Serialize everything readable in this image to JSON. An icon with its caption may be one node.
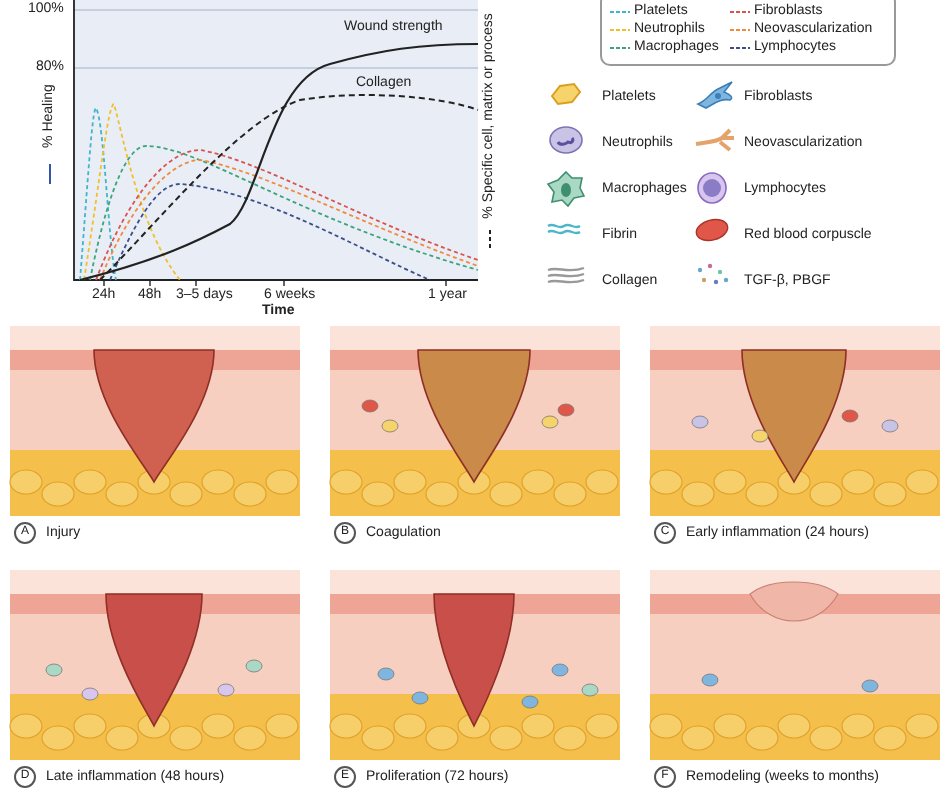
{
  "diagram": {
    "labels": [
      "100%",
      "80%",
      "% Healing",
      "Wound strength",
      "Collagen",
      "24h",
      "48h",
      "3–5 days",
      "6 weeks",
      "1 year",
      "Time",
      "% Specific cell, matrix or process",
      "Platelets",
      "Fibroblasts",
      "Neutrophils",
      "Neovascularization",
      "Macrophages",
      "Lymphocytes",
      "Fibrin",
      "Red blood corpuscle",
      "Collagen",
      "TGF-β, PBGF",
      "A",
      "Injury",
      "B",
      "Coagulation",
      "C",
      "Early inflammation (24 hours)",
      "D",
      "Late inflammation (48 hours)",
      "E",
      "Proliferation (72 hours)",
      "F",
      "Remodeling (weeks to months)"
    ],
    "legend": [
      {
        "text": "Platelets"
      },
      {
        "text": "Neutrophils"
      },
      {
        "text": "Macrophages"
      },
      {
        "text": "Fibroblasts"
      },
      {
        "text": "Neovascularization"
      },
      {
        "text": "Lymphocytes"
      }
    ]
  }
}
